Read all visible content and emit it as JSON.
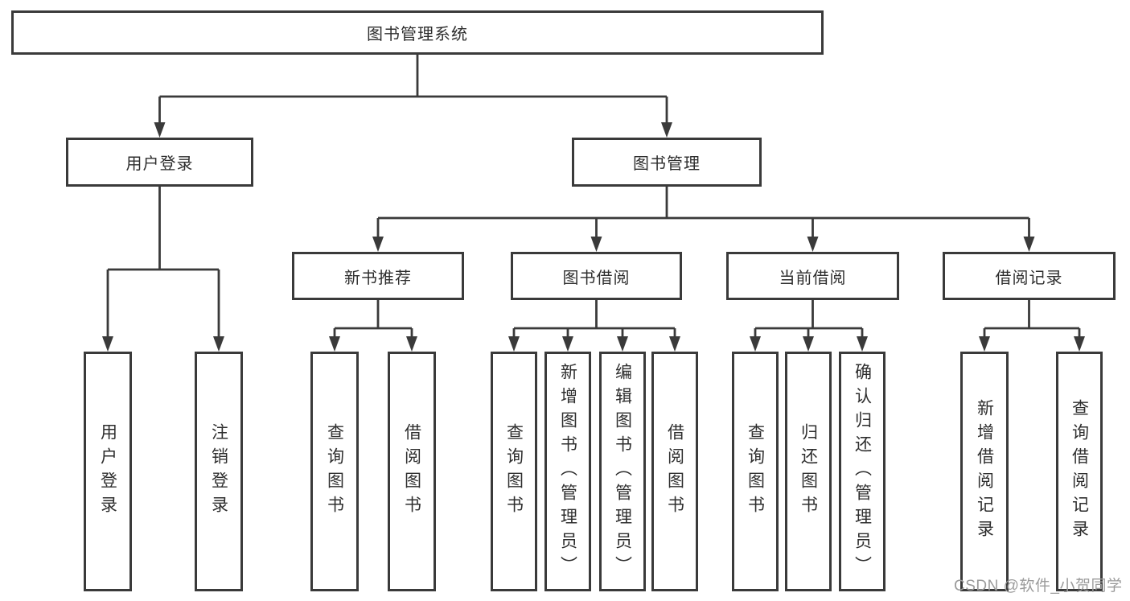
{
  "diagram": {
    "root": {
      "label": "图书管理系统",
      "children": [
        {
          "label": "用户登录",
          "children": [
            {
              "label": "用户登录"
            },
            {
              "label": "注销登录"
            }
          ]
        },
        {
          "label": "图书管理",
          "children": [
            {
              "label": "新书推荐",
              "children": [
                {
                  "label": "查询图书"
                },
                {
                  "label": "借阅图书"
                }
              ]
            },
            {
              "label": "图书借阅",
              "children": [
                {
                  "label": "查询图书"
                },
                {
                  "label": "新增图书（管理员）"
                },
                {
                  "label": "编辑图书（管理员）"
                },
                {
                  "label": "借阅图书"
                }
              ]
            },
            {
              "label": "当前借阅",
              "children": [
                {
                  "label": "查询图书"
                },
                {
                  "label": "归还图书"
                },
                {
                  "label": "确认归还（管理员）"
                }
              ]
            },
            {
              "label": "借阅记录",
              "children": [
                {
                  "label": "新增借阅记录"
                },
                {
                  "label": "查询借阅记录"
                }
              ]
            }
          ]
        }
      ]
    },
    "watermark": "CSDN @软件_小贺同学"
  },
  "colors": {
    "line": "#3a3a3a",
    "text": "#2e2e2e",
    "watermark": "#9b9b9b",
    "background": "#ffffff"
  }
}
